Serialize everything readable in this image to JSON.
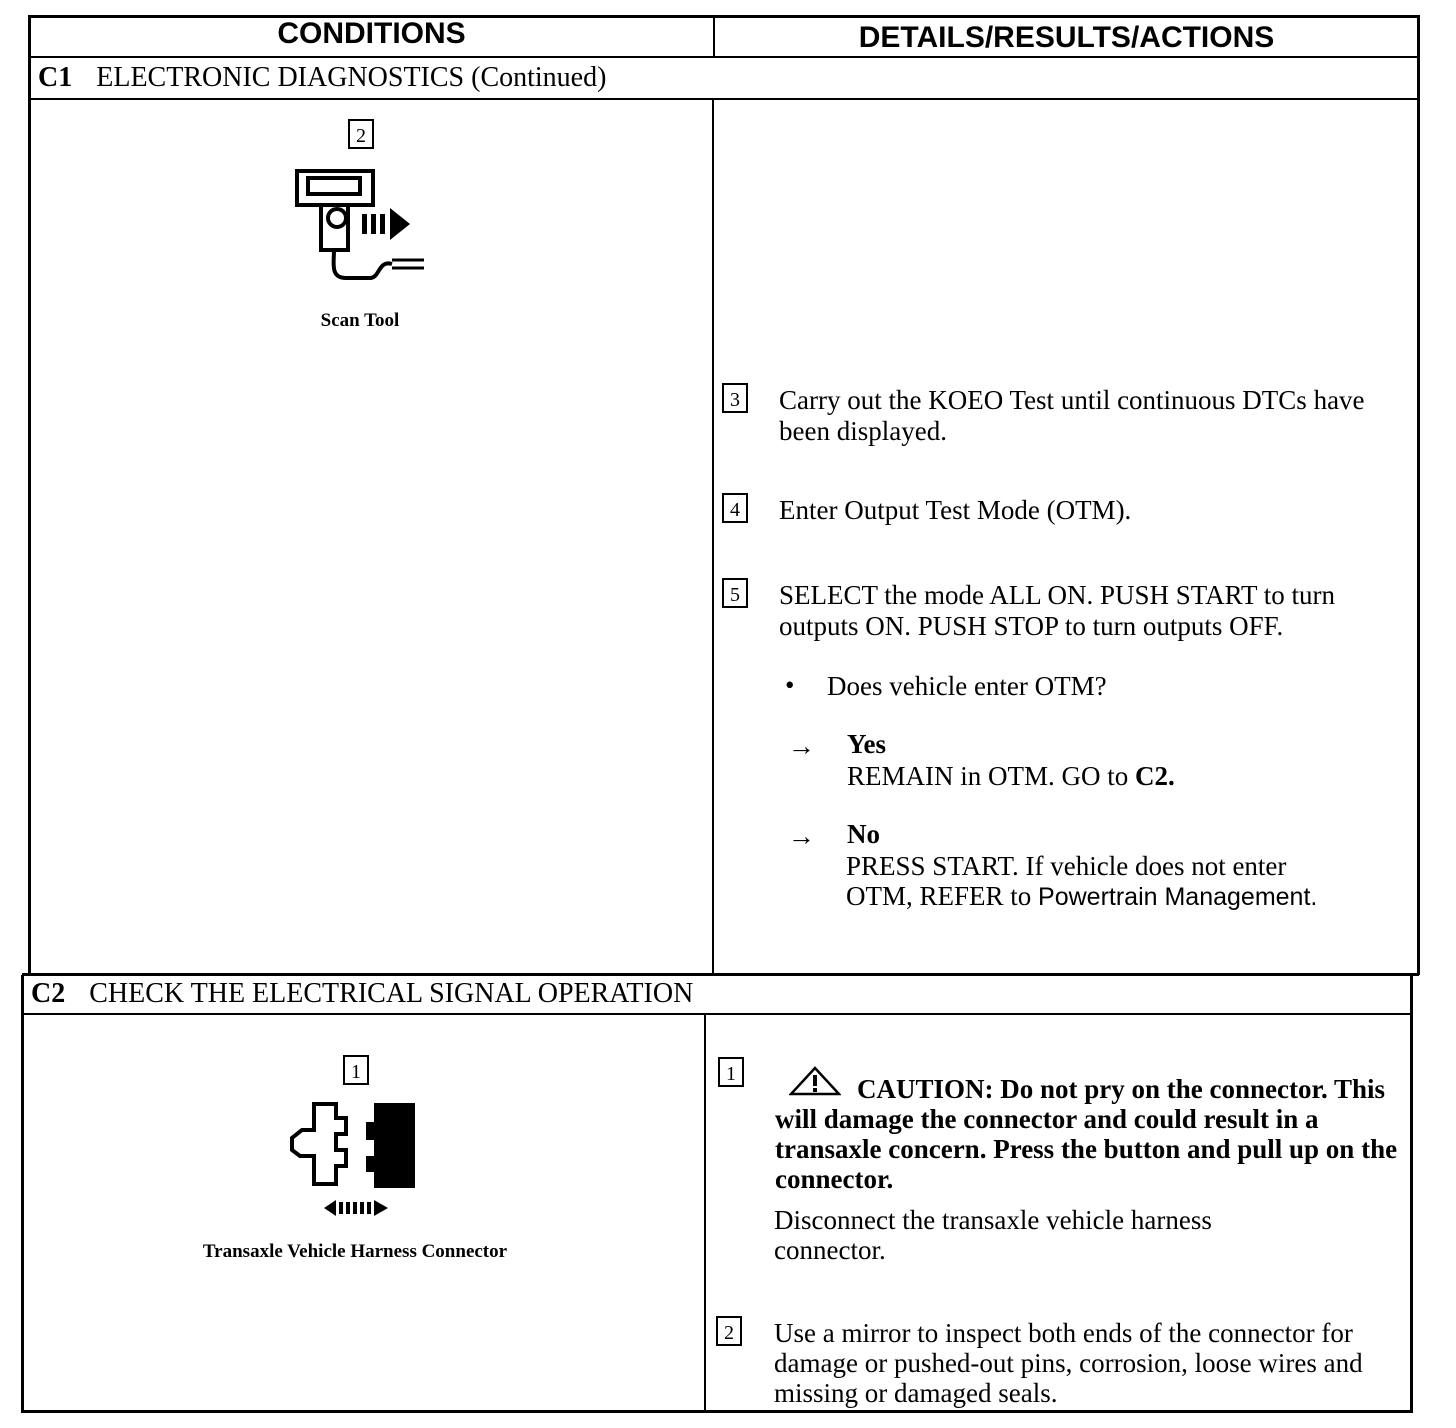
{
  "header": {
    "conditions": "CONDITIONS",
    "details": "DETAILS/RESULTS/ACTIONS"
  },
  "c1": {
    "code": "C1",
    "title": "ELECTRONIC DIAGNOSTICS (Continued)",
    "figure_step": "2",
    "figure_caption": "Scan Tool",
    "figure_icon": "scan-tool-icon",
    "steps": [
      {
        "num": "3",
        "text": "Carry out the KOEO Test until continuous DTCs have been displayed."
      },
      {
        "num": "4",
        "text": "Enter Output Test Mode (OTM)."
      },
      {
        "num": "5",
        "text": "SELECT the mode ALL ON. PUSH START to turn outputs ON. PUSH STOP to turn outputs OFF."
      }
    ],
    "question": "Does vehicle enter OTM?",
    "yes_label": "Yes",
    "yes_text": "REMAIN in OTM. GO to",
    "yes_target": "C2.",
    "no_label": "No",
    "no_text_1": "PRESS START. If vehicle does not enter",
    "no_text_2": "OTM, REFER to",
    "no_ref": "Powertrain Management."
  },
  "c2": {
    "code": "C2",
    "title": "CHECK THE ELECTRICAL SIGNAL OPERATION",
    "figure_step": "1",
    "figure_caption": "Transaxle Vehicle Harness Connector",
    "figure_icon": "harness-connector-icon",
    "step1_num": "1",
    "caution_icon": "warning-triangle-icon",
    "caution": "CAUTION: Do not pry on the connector. This will damage the connector and could result in a transaxle concern. Press the button and pull up on the connector.",
    "step1_text": "Disconnect the transaxle vehicle harness connector.",
    "step2_num": "2",
    "step2_text": "Use a mirror to inspect both ends of the connector for damage or pushed-out pins, corrosion, loose wires and missing or damaged seals."
  }
}
